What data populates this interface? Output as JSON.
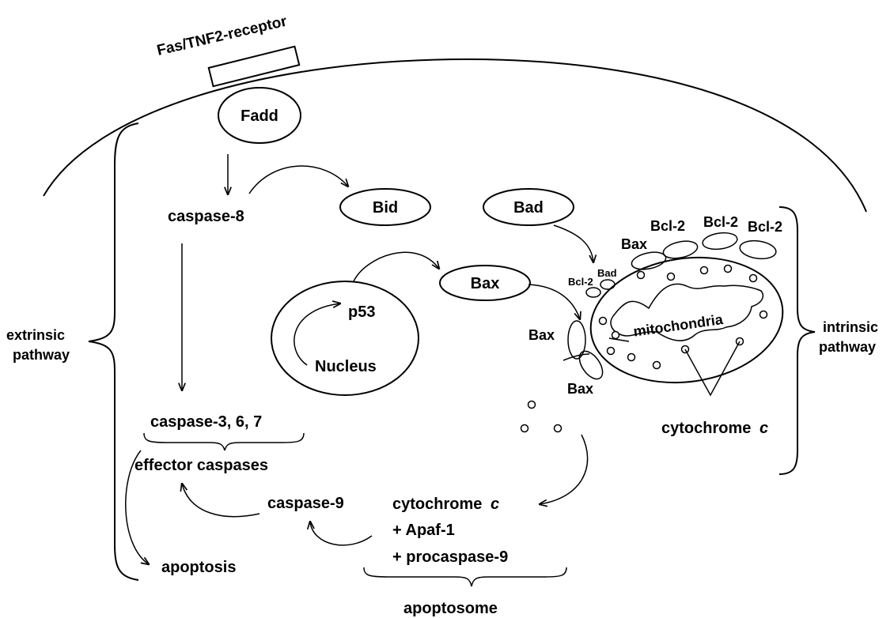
{
  "labels": {
    "receptor": "Fas/TNF2-receptor",
    "fadd": "Fadd",
    "caspase8": "caspase-8",
    "bid": "Bid",
    "bad_top": "Bad",
    "bcl2_a": "Bcl-2",
    "bcl2_b": "Bcl-2",
    "bcl2_c": "Bcl-2",
    "bax_top": "Bax",
    "bad_small": "Bad",
    "bcl2_small": "Bcl-2",
    "bax_center": "Bax",
    "p53": "p53",
    "nucleus": "Nucleus",
    "mitochondria": "mitochondria",
    "bax_left": "Bax",
    "bax_bottom": "Bax",
    "extrinsic_1": "extrinsic",
    "extrinsic_2": "pathway",
    "intrinsic_1": "intrinsic",
    "intrinsic_2": "pathway",
    "caspase367": "caspase-3, 6, 7",
    "effector": "effector caspases",
    "caspase9": "caspase-9",
    "cyto_right": "cytochrome",
    "cyto_right_c": "c",
    "cyto_center": "cytochrome",
    "cyto_center_c": "c",
    "apaf": "+  Apaf-1",
    "procaspase": "+ procaspase-9",
    "apoptosis": "apoptosis",
    "apoptosome": "apoptosome"
  }
}
